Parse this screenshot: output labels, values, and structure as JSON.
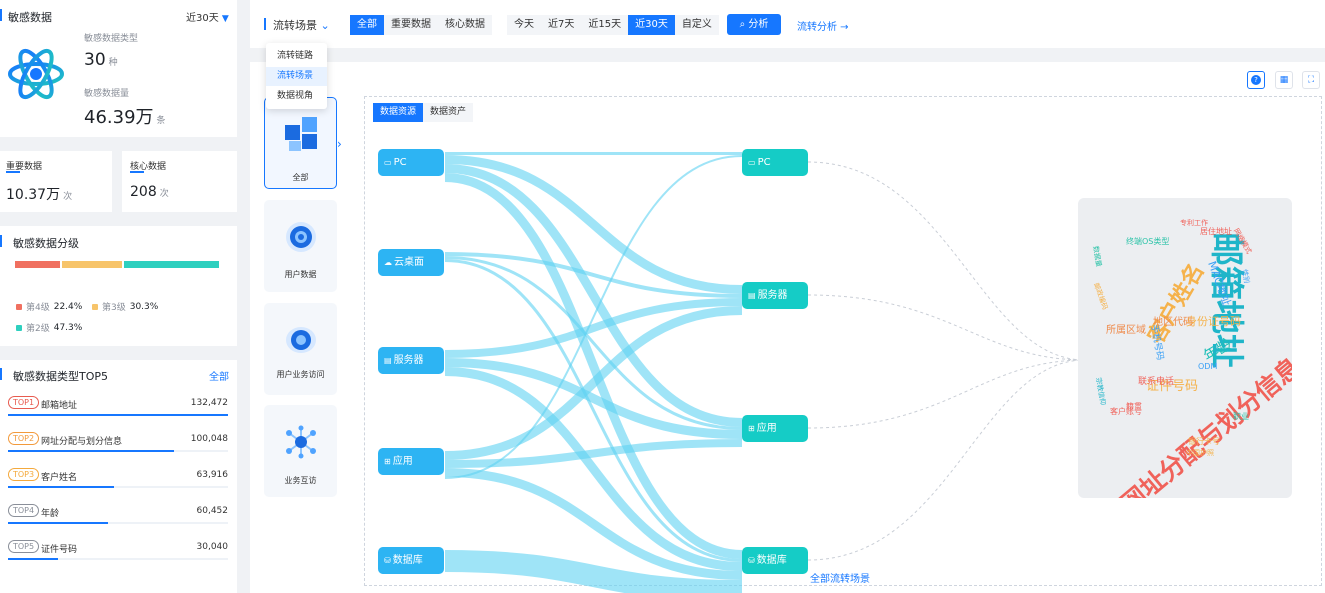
{
  "left": {
    "sensitive": {
      "title": "敏感数据",
      "period": "近30天",
      "type_label": "敏感数据类型",
      "type_value": "30",
      "type_unit": "种",
      "count_label": "敏感数据量",
      "count_value": "46.39万",
      "count_unit": "条"
    },
    "important": {
      "label": "重要数据",
      "value": "10.37万",
      "unit": "次"
    },
    "core": {
      "label": "核心数据",
      "value": "208",
      "unit": "次"
    },
    "grading": {
      "title": "敏感数据分级",
      "segments": [
        {
          "name": "第4级",
          "pct": "22.4%",
          "color": "#f07060"
        },
        {
          "name": "第3级",
          "pct": "30.3%",
          "color": "#f7c46a"
        },
        {
          "name": "第2级",
          "pct": "47.3%",
          "color": "#2ed0bf"
        }
      ]
    },
    "top5": {
      "title": "敏感数据类型TOP5",
      "all_link": "全部",
      "items": [
        {
          "tag": "TOP1",
          "name": "邮箱地址",
          "value": "132,472",
          "share": 1.0,
          "color": "#e85b4f"
        },
        {
          "tag": "TOP2",
          "name": "网址分配与划分信息",
          "value": "100,048",
          "share": 0.755,
          "color": "#f29a3c"
        },
        {
          "tag": "TOP3",
          "name": "客户姓名",
          "value": "63,916",
          "share": 0.482,
          "color": "#f4a93c"
        },
        {
          "tag": "TOP4",
          "name": "年龄",
          "value": "60,452",
          "share": 0.456,
          "color": "#8a8f99"
        },
        {
          "tag": "TOP5",
          "name": "证件号码",
          "value": "30,040",
          "share": 0.227,
          "color": "#8a8f99"
        }
      ]
    }
  },
  "toolbar": {
    "scene_select": "流转场景",
    "dropdown": [
      "流转链路",
      "流转场景",
      "数据视角"
    ],
    "filter": [
      "全部",
      "重要数据",
      "核心数据"
    ],
    "time": [
      "今天",
      "近7天",
      "近15天",
      "近30天",
      "自定义"
    ],
    "analyze_btn": "分析",
    "flow_link": "流转分析 →"
  },
  "scenes": [
    {
      "label": "全部"
    },
    {
      "label": "用户数据"
    },
    {
      "label": "用户业务访问"
    },
    {
      "label": "业务互访"
    }
  ],
  "tabs": [
    "数据资源",
    "数据资产"
  ],
  "sources": [
    "PC",
    "云桌面",
    "服务器",
    "应用",
    "数据库"
  ],
  "targets": [
    "PC",
    "服务器",
    "应用",
    "数据库"
  ],
  "scene_caption": "全部流转场景",
  "wordcloud": [
    {
      "text": "邮箱地址",
      "color": "#1fb5c9"
    },
    {
      "text": "网址分配与划分信息",
      "color": "#f0625a"
    },
    {
      "text": "客户姓名",
      "color": "#f5b24b"
    },
    {
      "text": "年龄",
      "color": "#1fbfb8"
    },
    {
      "text": "身份证号码",
      "color": "#f5b24b"
    },
    {
      "text": "证件号码",
      "color": "#f5b24b"
    },
    {
      "text": "MAC地址",
      "color": "#3aa0f5"
    },
    {
      "text": "终端OS类型",
      "color": "#2bc3a8"
    },
    {
      "text": "居住地址",
      "color": "#f0625a"
    },
    {
      "text": "所属区域",
      "color": "#ef8a4a"
    },
    {
      "text": "邮政编码",
      "color": "#f5b24b"
    },
    {
      "text": "网络模式",
      "color": "#f0625a"
    },
    {
      "text": "手机号码",
      "color": "#3aa0f5"
    },
    {
      "text": "ODM",
      "color": "#3aa0f5"
    },
    {
      "text": "联系电话",
      "color": "#f0625a"
    },
    {
      "text": "银行卡号",
      "color": "#f5b24b"
    },
    {
      "text": "客户账号",
      "color": "#f0625a"
    },
    {
      "text": "宗教信仰",
      "color": "#1fb5c9"
    },
    {
      "text": "籍贯",
      "color": "#f0625a"
    },
    {
      "text": "职业",
      "color": "#2bc3a8"
    },
    {
      "text": "性别",
      "color": "#3aa0f5"
    },
    {
      "text": "中国护照",
      "color": "#f5b24b"
    },
    {
      "text": "专利工作",
      "color": "#f0625a"
    },
    {
      "text": "数据量",
      "color": "#2bc3a8"
    },
    {
      "text": "地区代码",
      "color": "#ef8a4a"
    }
  ],
  "colors": {
    "accent": "#1677ff",
    "source_node": "#2db4f3",
    "target_node": "#15ccc6",
    "flow": "#5fd2f2"
  },
  "icons": {
    "help": "?",
    "table": "▦",
    "fullscreen": "⛶",
    "search": "⌕",
    "dropdown": "▾",
    "arrow": "›"
  }
}
